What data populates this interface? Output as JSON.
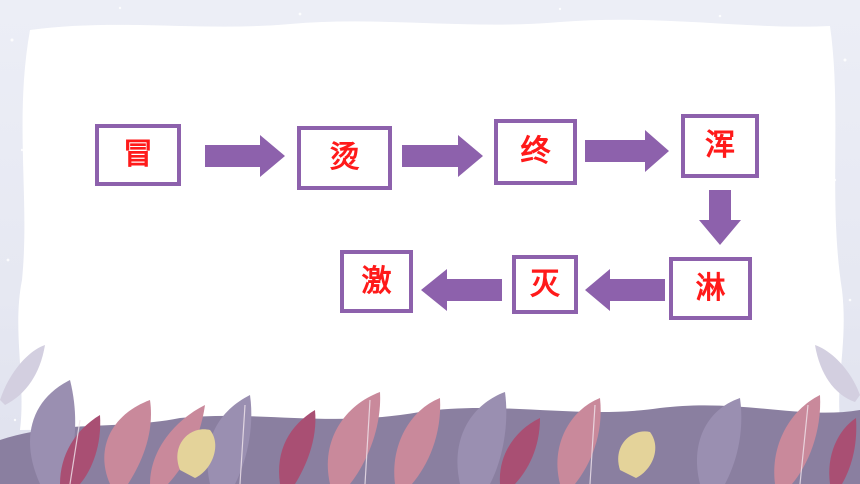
{
  "colors": {
    "box_border": "#8d61ac",
    "arrow": "#8d61ac",
    "character": "#ff1a1a",
    "card": "#ffffff",
    "background": "#e8eaf3"
  },
  "flow": {
    "nodes": [
      {
        "id": "n1",
        "char": "冒"
      },
      {
        "id": "n2",
        "char": "烫"
      },
      {
        "id": "n3",
        "char": "终"
      },
      {
        "id": "n4",
        "char": "浑"
      },
      {
        "id": "n5",
        "char": "淋"
      },
      {
        "id": "n6",
        "char": "灭"
      },
      {
        "id": "n7",
        "char": "激"
      }
    ],
    "order": [
      "冒",
      "烫",
      "终",
      "浑",
      "淋",
      "灭",
      "激"
    ]
  },
  "decoration": {
    "icons": [
      "snow-dots",
      "leaf-foliage-border"
    ]
  }
}
